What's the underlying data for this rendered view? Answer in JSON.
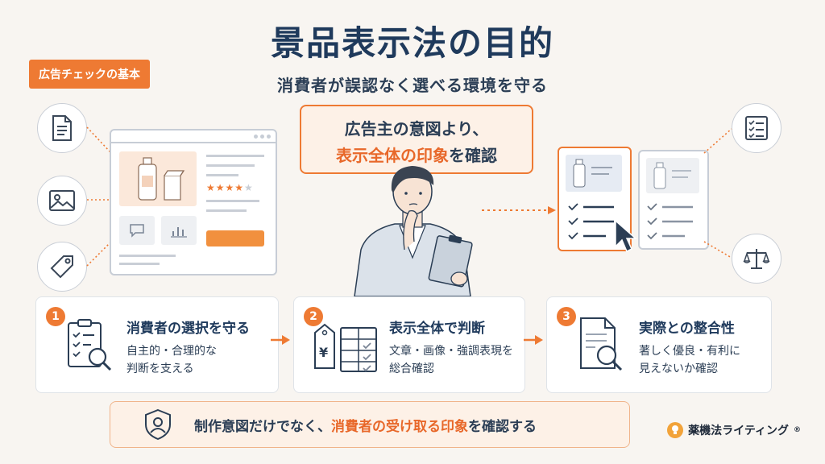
{
  "header": {
    "title": "景品表示法の目的",
    "subtitle": "消費者が誤認なく選べる環境を守る",
    "tag": "広告チェックの基本"
  },
  "callout": {
    "line1": "広告主の意図より、",
    "line2_highlight": "表示全体の印象",
    "line2_rest": "を確認"
  },
  "cards": [
    {
      "num": "1",
      "title": "消費者の選択を守る",
      "desc1": "自主的・合理的な",
      "desc2": "判断を支える"
    },
    {
      "num": "2",
      "title": "表示全体で判断",
      "desc1": "文章・画像・強調表現を",
      "desc2": "総合確認"
    },
    {
      "num": "3",
      "title": "実際との整合性",
      "desc1": "著しく優良・有利に",
      "desc2": "見えないか確認"
    }
  ],
  "bottom": {
    "pre": "制作意図だけでなく、",
    "highlight": "消費者の受け取る印象",
    "post": "を確認する"
  },
  "brand": {
    "name": "薬機法ライティング",
    "mark": "®"
  },
  "colors": {
    "accent": "#ee7a33",
    "navy": "#1f3a5c",
    "background": "#f8f5f1"
  },
  "icons": [
    "document-icon",
    "image-icon",
    "price-tag-icon",
    "checklist-icon",
    "scales-icon",
    "cursor-icon",
    "shield-person-icon",
    "magnifier-icon",
    "yen-tag-icon"
  ]
}
